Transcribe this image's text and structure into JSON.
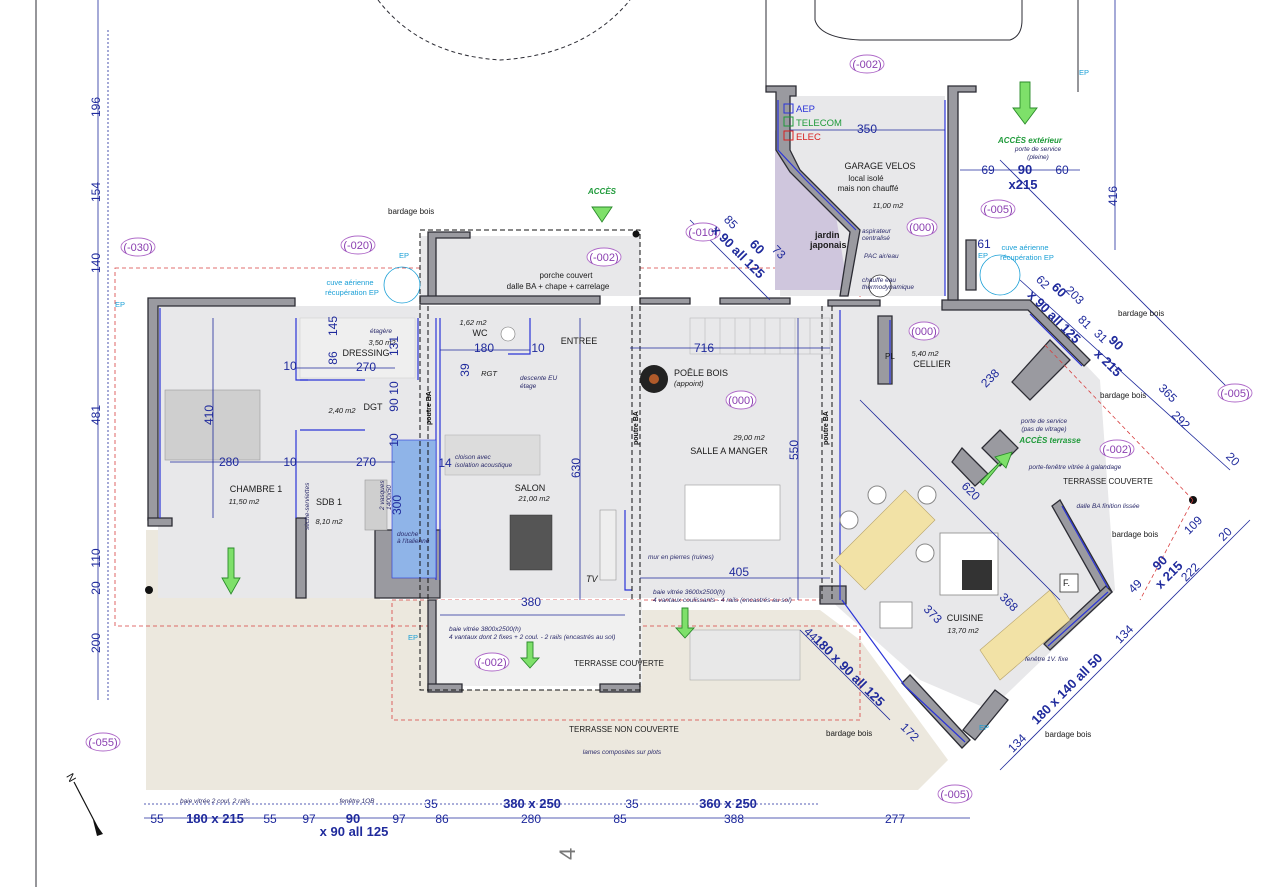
{
  "rooms": {
    "chambre": {
      "name": "CHAMBRE 1",
      "area": "11,50 m2"
    },
    "dressing": {
      "name": "DRESSING",
      "area": "3,50 m2"
    },
    "dgt": {
      "name": "DGT",
      "area": "2,40 m2"
    },
    "sdb": {
      "name": "SDB 1",
      "area": "8,10 m2"
    },
    "wc": {
      "name": "WC",
      "area": "1,62 m2"
    },
    "entree": {
      "name": "ENTREE"
    },
    "rgt": {
      "name": "RGT"
    },
    "salon": {
      "name": "SALON",
      "area": "21,00 m2"
    },
    "salle": {
      "name": "SALLE A MANGER",
      "area": "29,00 m2"
    },
    "cuisine": {
      "name": "CUISINE",
      "area": "13,70 m2"
    },
    "cellier": {
      "name": "CELLIER",
      "area": "5,40 m2"
    },
    "garage": {
      "name": "GARAGE VELOS",
      "line2": "local isolé",
      "line3": "mais non chauffé",
      "area": "11,00 m2"
    },
    "jardin": {
      "line1": "jardin",
      "line2": "japonais"
    }
  },
  "labels": {
    "porche_1": "porche couvert",
    "porche_2": "dalle BA + chape + carrelage",
    "acces": "ACCÈS",
    "acces_ext": "ACCÈS extérieur",
    "acces_ext_note1": "porte de service",
    "acces_ext_note2": "(pleine)",
    "acces_terrasse": "ACCÈS terrasse",
    "acces_terr_note1": "porte de service",
    "acces_terr_note2": "(pas de vitrage)",
    "porte_fenetre": "porte-fenêtre vitrée à galandage",
    "terrasse_couverte_1": "TERRASSE COUVERTE",
    "terrasse_couverte_2": "TERRASSE COUVERTE",
    "dalle_lissee": "dalle BA finition lissée",
    "terrasse_non_couverte": "TERRASSE NON COUVERTE",
    "lames": "lames composites sur plots",
    "poele_1": "POÊLE BOIS",
    "poele_2": "(appoint)",
    "mur_pierres": "mur en pierres (ruines)",
    "tv": "TV",
    "pl": "PL",
    "f": "F.",
    "bardage_1": "bardage bois",
    "bardage_2": "bardage bois",
    "bardage_3": "bardage bois",
    "bardage_4": "bardage bois",
    "bardage_5": "bardage bois",
    "bardage_6": "bardage bois",
    "cuve_1a": "cuve aérienne",
    "cuve_1b": "récupération EP",
    "cuve_2a": "cuve aérienne",
    "cuve_2b": "récupération EP",
    "ep": "EP",
    "aep": "AEP",
    "telecom": "TELECOM",
    "elec": "ELEC",
    "aspirateur_1": "aspirateur",
    "aspirateur_2": "centralisé",
    "pac": "PAC air/eau",
    "chauffe_1": "chauffe eau",
    "chauffe_2": "thermodynamique",
    "descente_1": "descente EU",
    "descente_2": "étage",
    "cloison_1": "cloison avec",
    "cloison_2": "isolation acoustique",
    "baie_salon_1": "baie vitrée 3800x2500(h)",
    "baie_salon_2": "4 vantaux dont 2 fixes + 2 coul. - 2 rails (encastrés au sol)",
    "baie_salle_1": "baie vitrée 3600x2500(h)",
    "baie_salle_2": "4 vantaux coulissants - 4 rails (encastrés au sol)",
    "fenetre_fixe": "fenêtre 1V. fixe",
    "baie_chambre": "baie vitrée 2 coul. 2 rails",
    "fenetre_1ob": "fenêtre 1OB",
    "vasques_1": "2 vasques",
    "vasques_2": "1400x50",
    "douche_1": "douche",
    "douche_2": "à l'italienne",
    "seche_serviettes": "sèche-serviettes",
    "etagere": "étagère",
    "poutre_ba": "poutre BA",
    "north": "N"
  },
  "levels": {
    "l1": "(-030)",
    "l2": "(-020)",
    "l3": "(-002)",
    "l4": "(-010)",
    "l5": "(-002)",
    "l6": "(-005)",
    "l7": "(000)",
    "l8": "(000)",
    "l9": "(000)",
    "l10": "(-005)",
    "l11": "(-002)",
    "l12": "(-002)",
    "l13": "(-055)",
    "l14": "(-005)"
  },
  "dims": {
    "left": [
      "196",
      "154",
      "140",
      "481",
      "110",
      "20",
      "200"
    ],
    "bottom_top": [
      "55",
      "180 x 215",
      "55",
      "97",
      "90",
      "97",
      "86",
      "35",
      "380 x 250",
      "35",
      "360 x 250"
    ],
    "bottom_sub": "x 90 all 125",
    "bottom_row2": [
      "280",
      "85",
      "388",
      "277"
    ],
    "interior": {
      "d280a": "280",
      "d270a": "270",
      "d270b": "270",
      "d280b": "280",
      "d410": "410",
      "d10a": "10",
      "d10b": "10",
      "d10c": "10",
      "d10d": "10",
      "d10e": "10",
      "d86": "86",
      "d145": "145",
      "d131": "131",
      "d90": "90",
      "d39": "39",
      "d180": "180",
      "d716": "716",
      "d630": "630",
      "d550": "550",
      "d380": "380",
      "d405": "405",
      "d300": "300",
      "d14": "14",
      "d620": "620",
      "d238": "238",
      "d373": "373",
      "d368": "368",
      "d350": "350"
    },
    "right": {
      "d69": "69",
      "d90_215_a": "90",
      "d90_215_b": "x215",
      "d60": "60",
      "d416": "416",
      "d61": "61",
      "d62": "62",
      "d60b": "60",
      "d203": "203",
      "d81": "81",
      "d62_90": "x 90 all 125",
      "d31": "31",
      "d90c": "90",
      "d215c": "x 215",
      "d365": "365",
      "d292": "292",
      "d20a": "20",
      "d109": "109",
      "d20b": "20",
      "d49": "49",
      "d90d": "90",
      "d215d": "x 215",
      "d222": "222",
      "d134a": "134",
      "d180_140": "180 x 140 all 50",
      "d134b": "134",
      "d172": "172",
      "d44": "44",
      "d180_90": "180 x 90 all 125",
      "d85": "85",
      "d60c": "60",
      "d90_125": "x 90 all 125",
      "d73": "73"
    }
  },
  "colors": {
    "wall": "#9a9aa0",
    "inner": "#2b34d8",
    "dim": "#1f2a9c",
    "level": "#8a3fb0",
    "access": "#7ee06a",
    "water": "#1a9fd6"
  }
}
